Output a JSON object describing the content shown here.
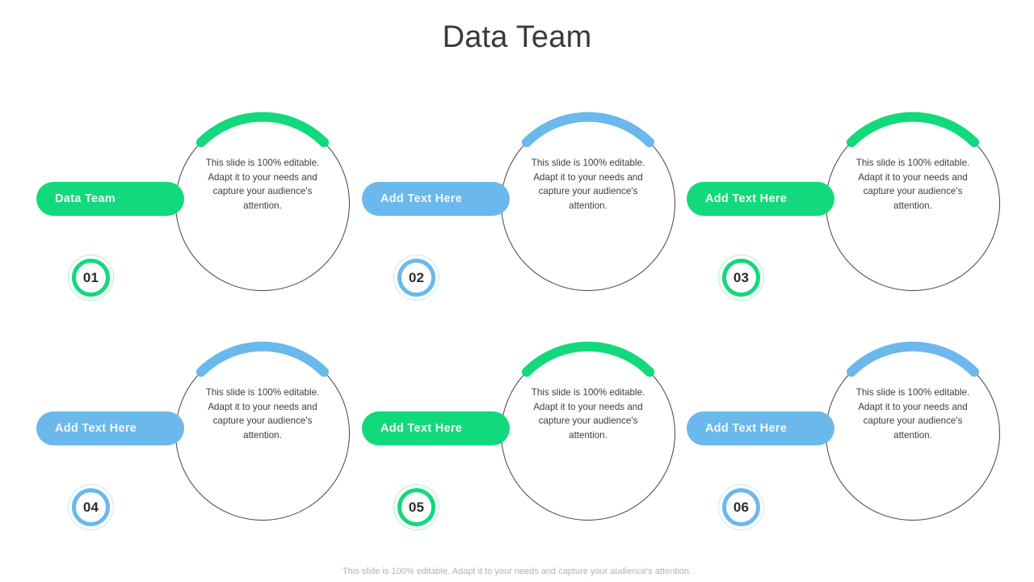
{
  "title": "Data Team",
  "colors": {
    "green": "#12d97b",
    "blue": "#6bb8ec",
    "circle_outline": "#444444",
    "title_text": "#3a3a3a",
    "body_text": "#3d3d3d",
    "pill_text": "#f4f8fb",
    "badge_number_text": "#2b2b2b",
    "footer_text": "#b2b2b2",
    "background": "#ffffff"
  },
  "footer": "This slide is 100% editable. Adapt it to your needs and capture your audience's attention.",
  "cards": [
    {
      "number": "01",
      "pill_label": "Data Team",
      "body": "This slide is 100% editable. Adapt it to your needs and capture your audience's attention.",
      "accent": "#12d97b",
      "accent_name": "green"
    },
    {
      "number": "02",
      "pill_label": "Add Text Here",
      "body": "This slide is 100% editable. Adapt it to your needs and capture your audience's attention.",
      "accent": "#6bb8ec",
      "accent_name": "blue"
    },
    {
      "number": "03",
      "pill_label": "Add Text Here",
      "body": "This slide is 100% editable. Adapt it to your needs and capture your audience's attention.",
      "accent": "#12d97b",
      "accent_name": "green"
    },
    {
      "number": "04",
      "pill_label": "Add Text Here",
      "body": "This slide is 100% editable. Adapt it to your needs and capture your audience's attention.",
      "accent": "#6bb8ec",
      "accent_name": "blue"
    },
    {
      "number": "05",
      "pill_label": "Add Text Here",
      "body": "This slide is 100% editable. Adapt it to your needs and capture your audience's attention.",
      "accent": "#12d97b",
      "accent_name": "green"
    },
    {
      "number": "06",
      "pill_label": "Add Text Here",
      "body": "This slide is 100% editable. Adapt it to your needs and capture your audience's attention.",
      "accent": "#6bb8ec",
      "accent_name": "blue"
    }
  ]
}
